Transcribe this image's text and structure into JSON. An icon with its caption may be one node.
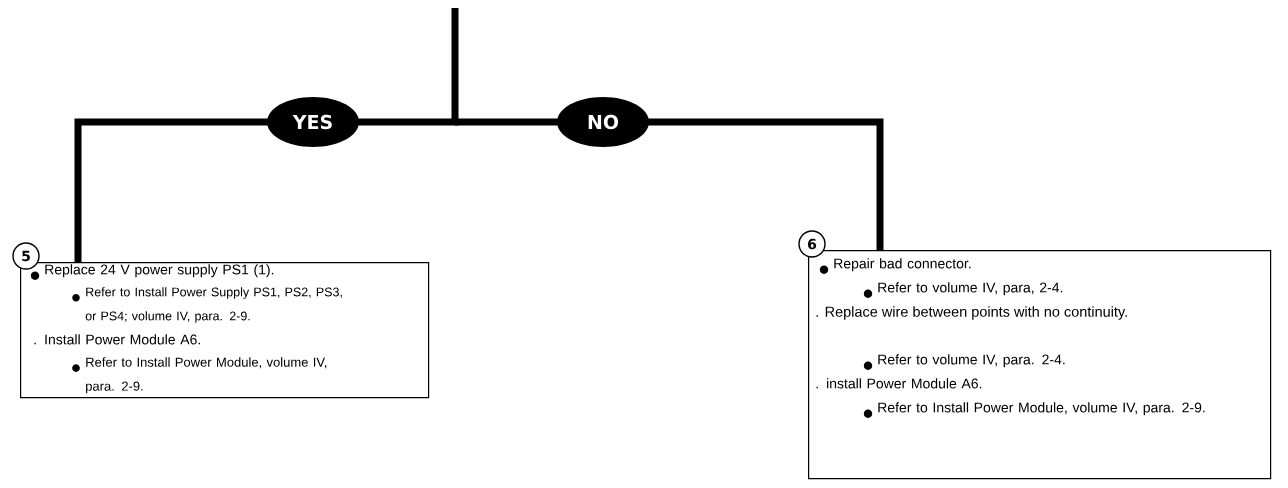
{
  "diagram": {
    "nodes": [
      {
        "text": [
          "5",
          "Replace 24 V power supply PS1 (1).",
          "Refer to Install Power Supply PS1, PS2, PS3, or PS4; volume IV, para. 2-9.",
          ". Install Power Module A6.",
          "Refer to Install Power Module, volume IV, para. 2-9."
        ]
      },
      {
        "text": [
          "6",
          "Repair bad connector.",
          "Refer to volume IV, para, 2-4.",
          ". Replace wire between points with no continuity.",
          "Refer to volume IV, para. 2-4.",
          ". install Power Module A6.",
          "Refer to Install Power Module, volume IV, para. 2-9."
        ]
      }
    ],
    "edges": [
      {
        "from": null,
        "to": 0,
        "arrow": "none",
        "label": "YES"
      },
      {
        "from": null,
        "to": 1,
        "arrow": "none",
        "label": "NO"
      }
    ]
  }
}
